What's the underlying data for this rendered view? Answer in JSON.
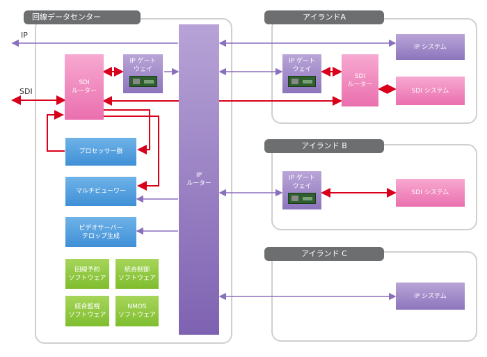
{
  "center": {
    "title": "回線データセンター",
    "ip_label": "IP",
    "sdi_label": "SDI",
    "sdi_router": [
      "SDI",
      "ルーター"
    ],
    "ip_gateway": [
      "IP ゲート",
      "ウェイ"
    ],
    "ip_router": [
      "IP",
      "ルーター"
    ],
    "processor": "プロセッサー群",
    "multiviewer": "マルチビューワー",
    "video_server": [
      "ビデオサーバー",
      "テロップ生成"
    ],
    "software": [
      [
        "回線予約",
        "ソフトウェア"
      ],
      [
        "統合制御",
        "ソフトウェア"
      ],
      [
        "統合監視",
        "ソフトウェア"
      ],
      [
        "NMOS",
        "ソフトウェア"
      ]
    ]
  },
  "island_a": {
    "title": "アイランドA",
    "ip_gateway": [
      "IP ゲート",
      "ウェイ"
    ],
    "sdi_router": [
      "SDI",
      "ルーター"
    ],
    "ip_system": "IP システム",
    "sdi_system": "SDI システム"
  },
  "island_b": {
    "title": "アイランド B",
    "ip_gateway": [
      "IP ゲート",
      "ウェイ"
    ],
    "sdi_system": "SDI システム"
  },
  "island_c": {
    "title": "アイランド C",
    "ip_system": "IP システム"
  },
  "colors": {
    "ip_link": "#8a6fbd",
    "sdi_link": "#d9001b"
  }
}
